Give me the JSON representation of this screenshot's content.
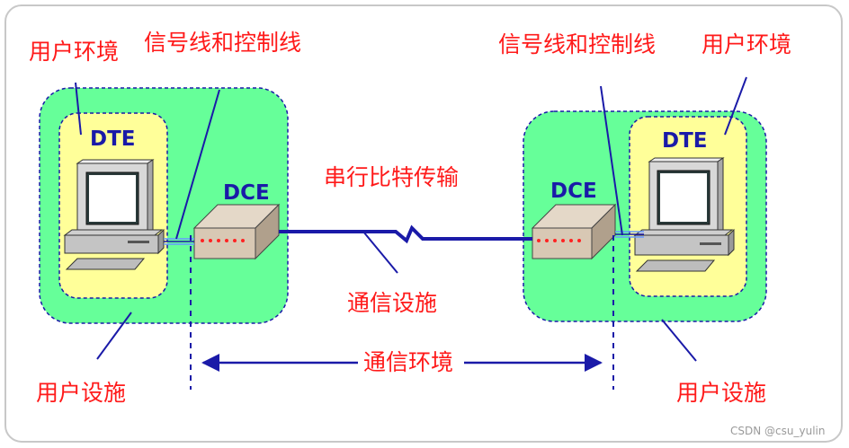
{
  "colors": {
    "user_area": "#66ff99",
    "dte_area": "#ffff99",
    "dashed_border": "#1a1aa8",
    "label_red": "#ff1a1a",
    "line_blue": "#1a1aa8",
    "dce_led": "#ff2222"
  },
  "left": {
    "user_env_label": "用户环境",
    "signal_label": "信号线和控制线",
    "dte_label": "DTE",
    "dce_label": "DCE",
    "user_facility_label": "用户设施"
  },
  "right": {
    "signal_label": "信号线和控制线",
    "user_env_label": "用户环境",
    "dte_label": "DTE",
    "dce_label": "DCE",
    "user_facility_label": "用户设施"
  },
  "center": {
    "serial_label": "串行比特传输",
    "comm_facility_label": "通信设施",
    "comm_env_label": "通信环境"
  },
  "icons": [
    "computer-icon",
    "modem-icon"
  ],
  "watermark": "CSDN @csu_yulin"
}
